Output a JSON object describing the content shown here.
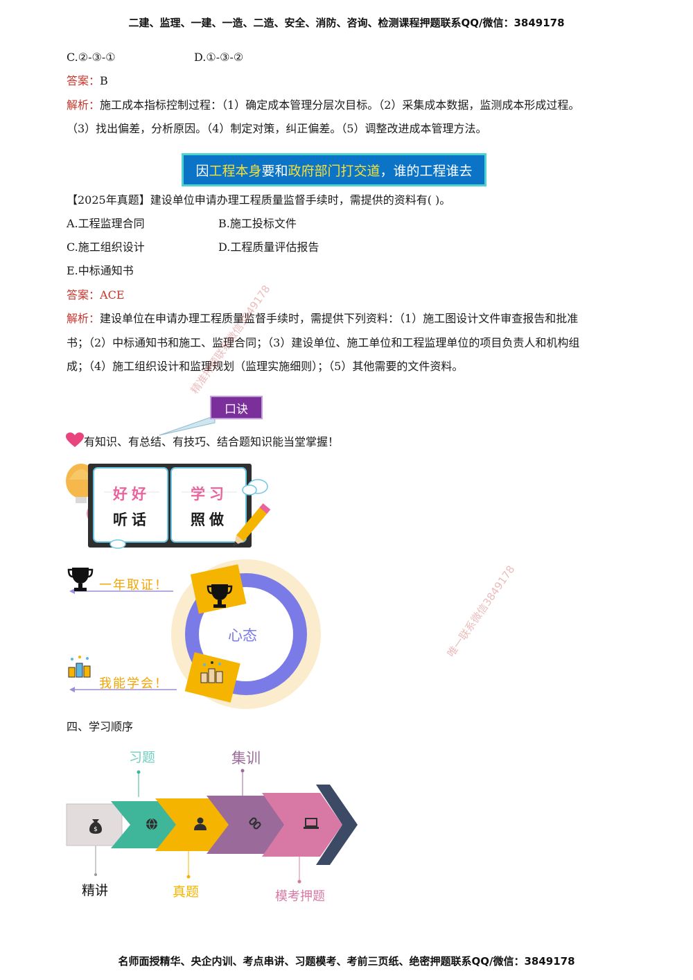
{
  "header": "二建、监理、一建、一造、二造、安全、消防、咨询、检测课程押题联系QQ/微信：3849178",
  "q1": {
    "option_c": "C.②-③-①",
    "option_d": "D.①-③-②",
    "answer_label": "答案：",
    "answer": "B",
    "analysis_label": "解析：",
    "analysis_line1": "施工成本指标控制过程：（1）确定成本管理分层次目标。（2）采集成本数据，监测成本形成过程。",
    "analysis_line2": "（3）找出偏差，分析原因。（4）制定对策，纠正偏差。（5）调整改进成本管理方法。"
  },
  "banner": {
    "p1": "因",
    "p2": "工程本身",
    "p3": "要和",
    "p4": "政府部门打交道",
    "p5": "，谁的工程谁去"
  },
  "q2": {
    "stem": "【2025年真题】建设单位申请办理工程质量监督手续时，需提供的资料有( )。",
    "option_a": "A.工程监理合同",
    "option_b": "B.施工投标文件",
    "option_c": "C.施工组织设计",
    "option_d": "D.工程质量评估报告",
    "option_e": "E.中标通知书",
    "answer_label": "答案：",
    "answer": "ACE",
    "analysis_label": "解析：",
    "analysis_line1": "建设单位在申请办理工程质量监督手续时，需提供下列资料：（1）施工图设计文件审查报告和批准",
    "analysis_line2": "书；（2）中标通知书和施工、监理合同；（3）建设单位、施工单位和工程监理单位的项目负责人和机构组",
    "analysis_line3": "成；（4）施工组织设计和监理规划（监理实施细则）；（5）其他需要的文件资料。"
  },
  "mnemonic": {
    "badge": "口诀",
    "text": "有知识、有总结、有技巧、结合题知识能当堂掌握！"
  },
  "board": {
    "left_top": "好好",
    "left_bottom": "听话",
    "right_top": "学习",
    "right_bottom": "照做"
  },
  "mindset": {
    "center": "心态",
    "goal": "一年取证！",
    "belief": "我能学会！"
  },
  "section4": {
    "title": "四、学习顺序",
    "steps": [
      "精讲",
      "习题",
      "真题",
      "集训",
      "模考押题"
    ]
  },
  "watermarks": [
    "精准押题联系微信3849178",
    "唯一联系微信3849178"
  ],
  "colors": {
    "accent_red": "#c8342a",
    "banner_blue": "#0b74c6",
    "banner_highlight": "#f6e03a",
    "badge_purple": "#7a2f9b",
    "ring_purple": "#7b7be8",
    "ring_outer": "#fbeccd",
    "gold": "#f4b400",
    "teal": "#3fb59a",
    "mauve": "#9a6b9a",
    "rose": "#d878a4",
    "navy": "#3d4a66"
  },
  "icons": [
    "money-bag-icon",
    "globe-icon",
    "person-icon",
    "link-icon",
    "laptop-icon",
    "trophy-icon",
    "fists-icon",
    "heart-icon",
    "balloon-icon",
    "cloud-icon",
    "pencil-icon"
  ]
}
